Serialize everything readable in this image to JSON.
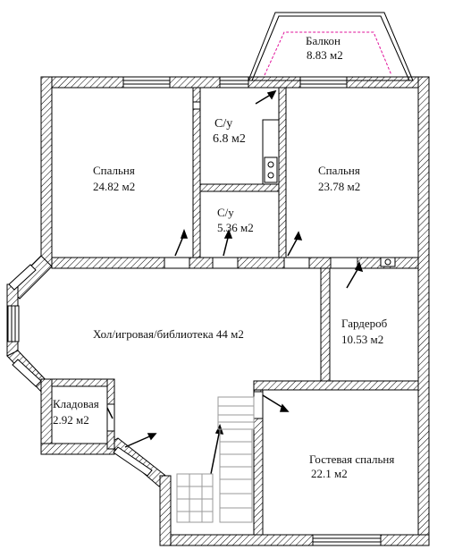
{
  "rooms": {
    "balcony": {
      "name": "Балкон",
      "area": "8.83 м2"
    },
    "bedroom_left": {
      "name": "Спальня",
      "area": "24.82 м2"
    },
    "bath_top": {
      "name": "С/у",
      "area": "6.8 м2"
    },
    "bath_mid": {
      "name": "С/у",
      "area": "5.36 м2"
    },
    "bedroom_right": {
      "name": "Спальня",
      "area": "23.78 м2"
    },
    "hall": {
      "label": "Хол/игровая/библиотека 44 м2"
    },
    "wardrobe": {
      "name": "Гардероб",
      "area": "10.53 м2"
    },
    "storage": {
      "name": "Кладовая",
      "area": "2.92 м2"
    },
    "guest": {
      "name": "Гостевая спальня",
      "area": "22.1 м2"
    }
  },
  "colors": {
    "wall_hatch": "#000000",
    "balcony_dash": "#e0109a",
    "stair": "#9a9a9a"
  }
}
